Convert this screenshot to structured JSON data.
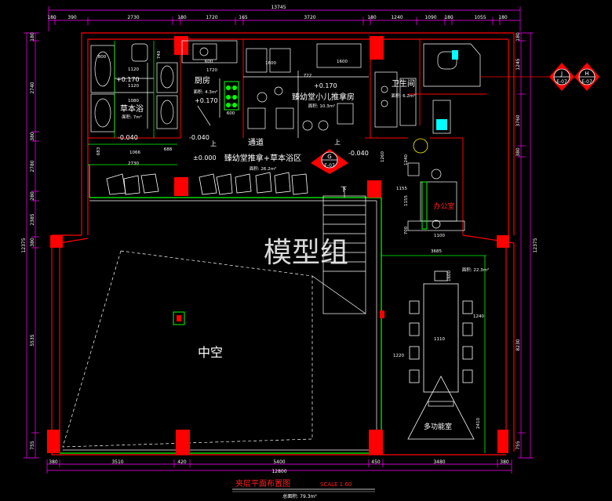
{
  "colors": {
    "background": "#000000",
    "wall": "#ff0000",
    "column": "#ff0000",
    "dim": "#ff00ff",
    "green": "#00ff00",
    "white": "#ffffff",
    "yellow": "#ffff00",
    "cyan": "#00ffff",
    "red_text": "#ff2020"
  },
  "top_dims": {
    "overall": "13745",
    "parts": [
      "180",
      "390",
      "2730",
      "180",
      "1720",
      "165",
      "3720",
      "180",
      "1240",
      "1090",
      "180",
      "1055",
      "180"
    ]
  },
  "bottom_dims": {
    "overall": "12800",
    "parts": [
      "380",
      "3510",
      "420",
      "5400",
      "450",
      "3480",
      "380"
    ]
  },
  "left_dims": {
    "overall": "12375",
    "parts": [
      "180",
      "2740",
      "380",
      "2780",
      "280",
      "2385",
      "380",
      "5535",
      "755"
    ]
  },
  "right_dims": {
    "overall": "12375",
    "parts": [
      "180",
      "1245",
      "3760",
      "380",
      "8230",
      "755"
    ]
  },
  "rooms": {
    "kitchen": {
      "name": "厨房",
      "area": "面积: 4.3m²"
    },
    "herbal_bath": {
      "name": "草本浴",
      "area": "面积: 7m²"
    },
    "massage_room": {
      "name": "臻幼堂小儿推拿房",
      "area": "面积: 10.3m²"
    },
    "toilet": {
      "name": "卫生间",
      "area": "面积: 6.2m²"
    },
    "corridor": {
      "name": "通道"
    },
    "main_area": {
      "name": "臻幼堂推拿+草本浴区",
      "area": "面积: 26.2m²"
    },
    "office": {
      "name": "办公室"
    },
    "multi_hall": {
      "name": "多功能室",
      "area": "面积: 22.3m²"
    },
    "void": {
      "name": "中空"
    }
  },
  "levels": [
    "+0.170",
    "+0.170",
    "+0.170",
    "±0.000",
    "-0.040",
    "-0.040",
    "-0.040"
  ],
  "stairs": {
    "up_1": "上",
    "up_2": "上",
    "down": "下"
  },
  "furniture_dims": [
    "800",
    "1120",
    "1080",
    "1120",
    "740",
    "600",
    "1720",
    "600",
    "1600",
    "1600",
    "722",
    "1066",
    "683",
    "688",
    "2730",
    "1260",
    "1240",
    "1155",
    "1155",
    "700",
    "1100",
    "3685",
    "1240",
    "1110",
    "1220",
    "2410",
    "1600"
  ],
  "markers": {
    "section_g": {
      "letter": "G",
      "sheet": "E-07"
    },
    "section_j": {
      "letter": "J",
      "sheet": "E-07"
    },
    "section_h": {
      "letter": "H",
      "sheet": "E-07"
    }
  },
  "watermark": "模型组",
  "drawing_title": "夹层平面布置图",
  "scale": "SCALE  1:60",
  "total_area": "总面积: 79.3m²"
}
